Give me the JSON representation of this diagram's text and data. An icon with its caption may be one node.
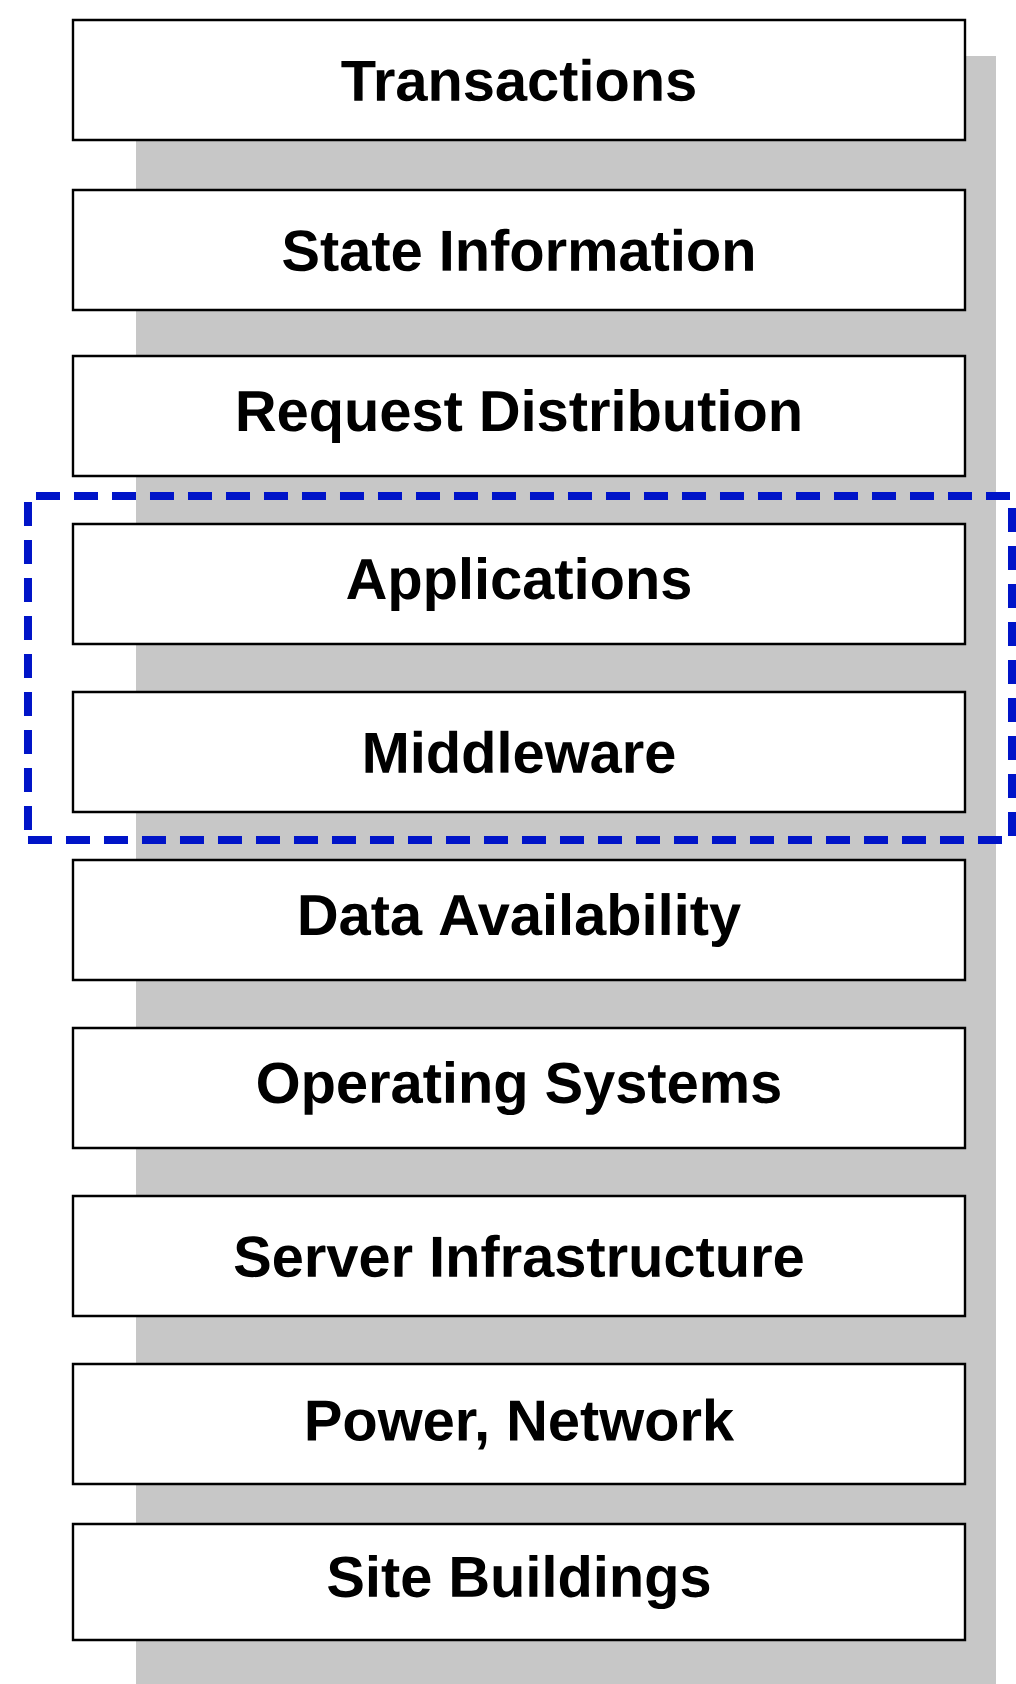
{
  "diagram": {
    "nodes": [
      {
        "text": [
          "Transactions"
        ]
      },
      {
        "text": [
          "State Information"
        ]
      },
      {
        "text": [
          "Request Distribution"
        ]
      },
      {
        "text": [],
        "shape": "box"
      },
      {
        "text": [
          "Applications"
        ],
        "in": 3
      },
      {
        "text": [
          "Middleware"
        ],
        "in": 3
      },
      {
        "text": [
          "Data Availability"
        ]
      },
      {
        "text": [
          "Operating Systems"
        ]
      },
      {
        "text": [
          "Server Infrastructure"
        ]
      },
      {
        "text": [
          "Power, Network"
        ]
      },
      {
        "text": [
          "Site Buildings"
        ]
      }
    ]
  }
}
